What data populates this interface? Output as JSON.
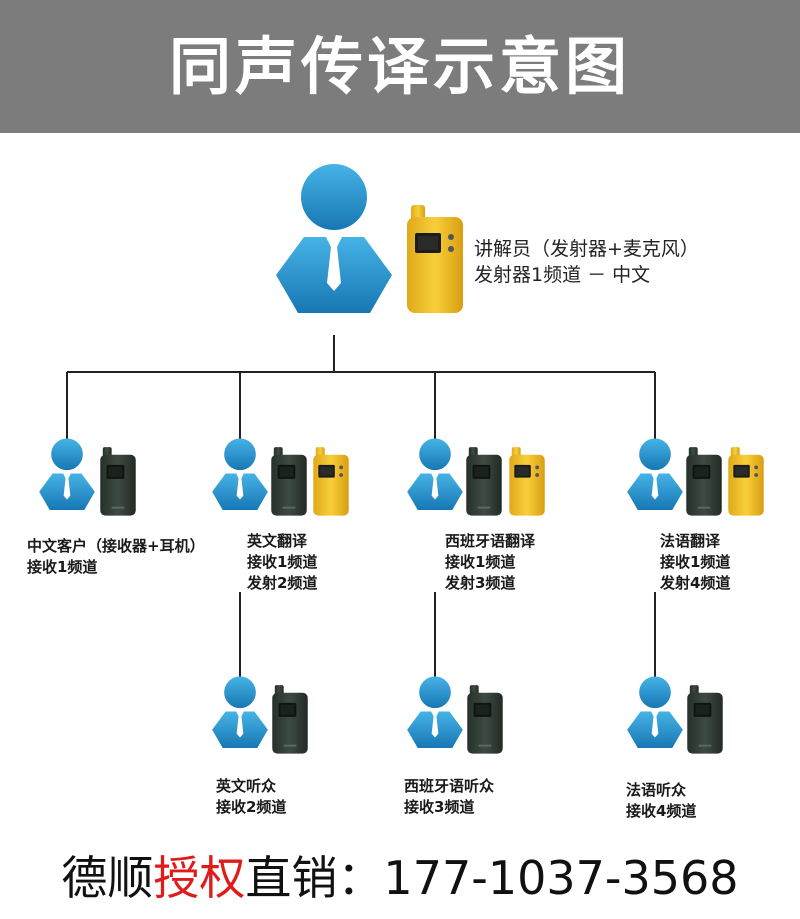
{
  "title": "同声传译示意图",
  "speaker": {
    "line1": "讲解员（发射器+麦克风）",
    "line2": "发射器1频道 － 中文"
  },
  "groups": [
    {
      "lines": [
        "中文客户（接收器+耳机）",
        "接收1频道"
      ]
    },
    {
      "lines": [
        "英文翻译",
        "接收1频道",
        "发射2频道"
      ]
    },
    {
      "lines": [
        "西班牙语翻译",
        "接收1频道",
        "发射3频道"
      ]
    },
    {
      "lines": [
        "法语翻译",
        "接收1频道",
        "发射4频道"
      ]
    }
  ],
  "listeners": [
    {
      "lines": [
        "英文听众",
        "接收2频道"
      ]
    },
    {
      "lines": [
        "西班牙语听众",
        "接收3频道"
      ]
    },
    {
      "lines": [
        "法语听众",
        "接收4频道"
      ]
    }
  ],
  "footer": {
    "prefix": "德顺",
    "highlight": "授权",
    "suffix": "直销：",
    "phone": "177-1037-3568"
  },
  "colors": {
    "banner": "#7c7c7c",
    "person": "#2a8fc9",
    "transmitter": "#f0c020",
    "receiver": "#2f3b33",
    "footer_highlight": "#e01b1b"
  }
}
